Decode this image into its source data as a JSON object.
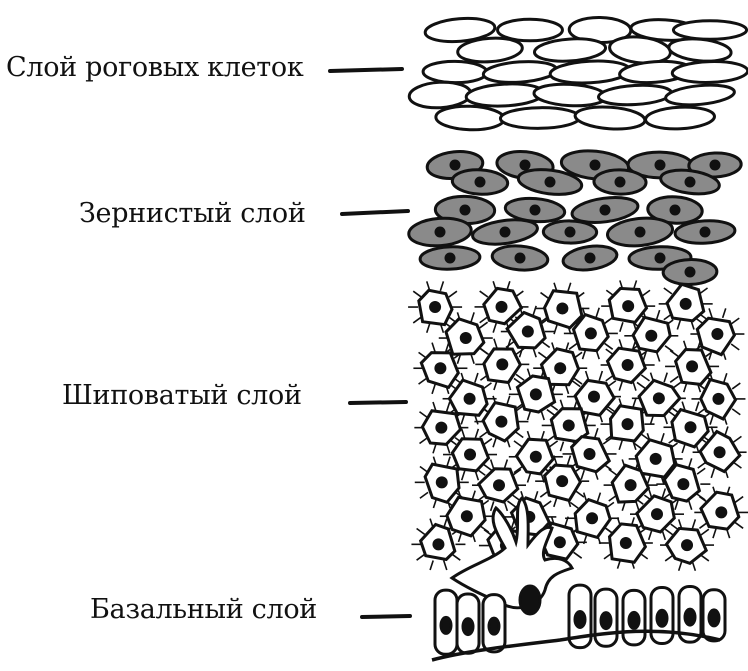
{
  "layers": [
    {
      "name": "Слой роговых клеток"
    },
    {
      "name": "Зернистый слой"
    },
    {
      "name": "Шиповатый слой"
    },
    {
      "name": "Базальный слой"
    }
  ],
  "colors": {
    "ink": "#111111",
    "granular_fill": "#8a8a8a",
    "background": "#ffffff"
  }
}
